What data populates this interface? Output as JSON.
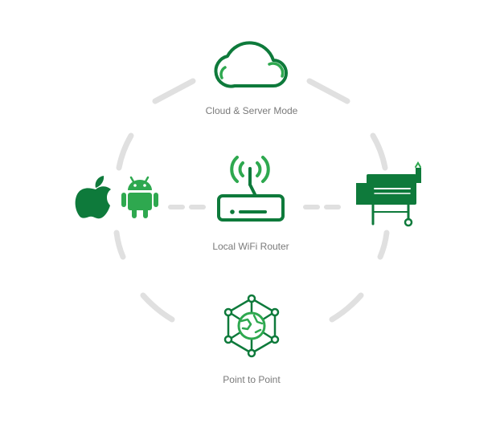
{
  "colors": {
    "accent_dark": "#0e7a3b",
    "accent_light": "#2ea84f",
    "ring": "#e0e0e0",
    "label_text": "#7a7a7a"
  },
  "nodes": {
    "cloud": {
      "label": "Cloud & Server Mode",
      "icon": "cloud-icon"
    },
    "router": {
      "label": "Local WiFi Router",
      "icon": "wifi-router-icon"
    },
    "p2p": {
      "label": "Point to Point",
      "icon": "network-globe-icon"
    },
    "apple": {
      "icon": "apple-icon"
    },
    "android": {
      "icon": "android-icon"
    },
    "grill": {
      "icon": "pellet-grill-icon"
    }
  }
}
